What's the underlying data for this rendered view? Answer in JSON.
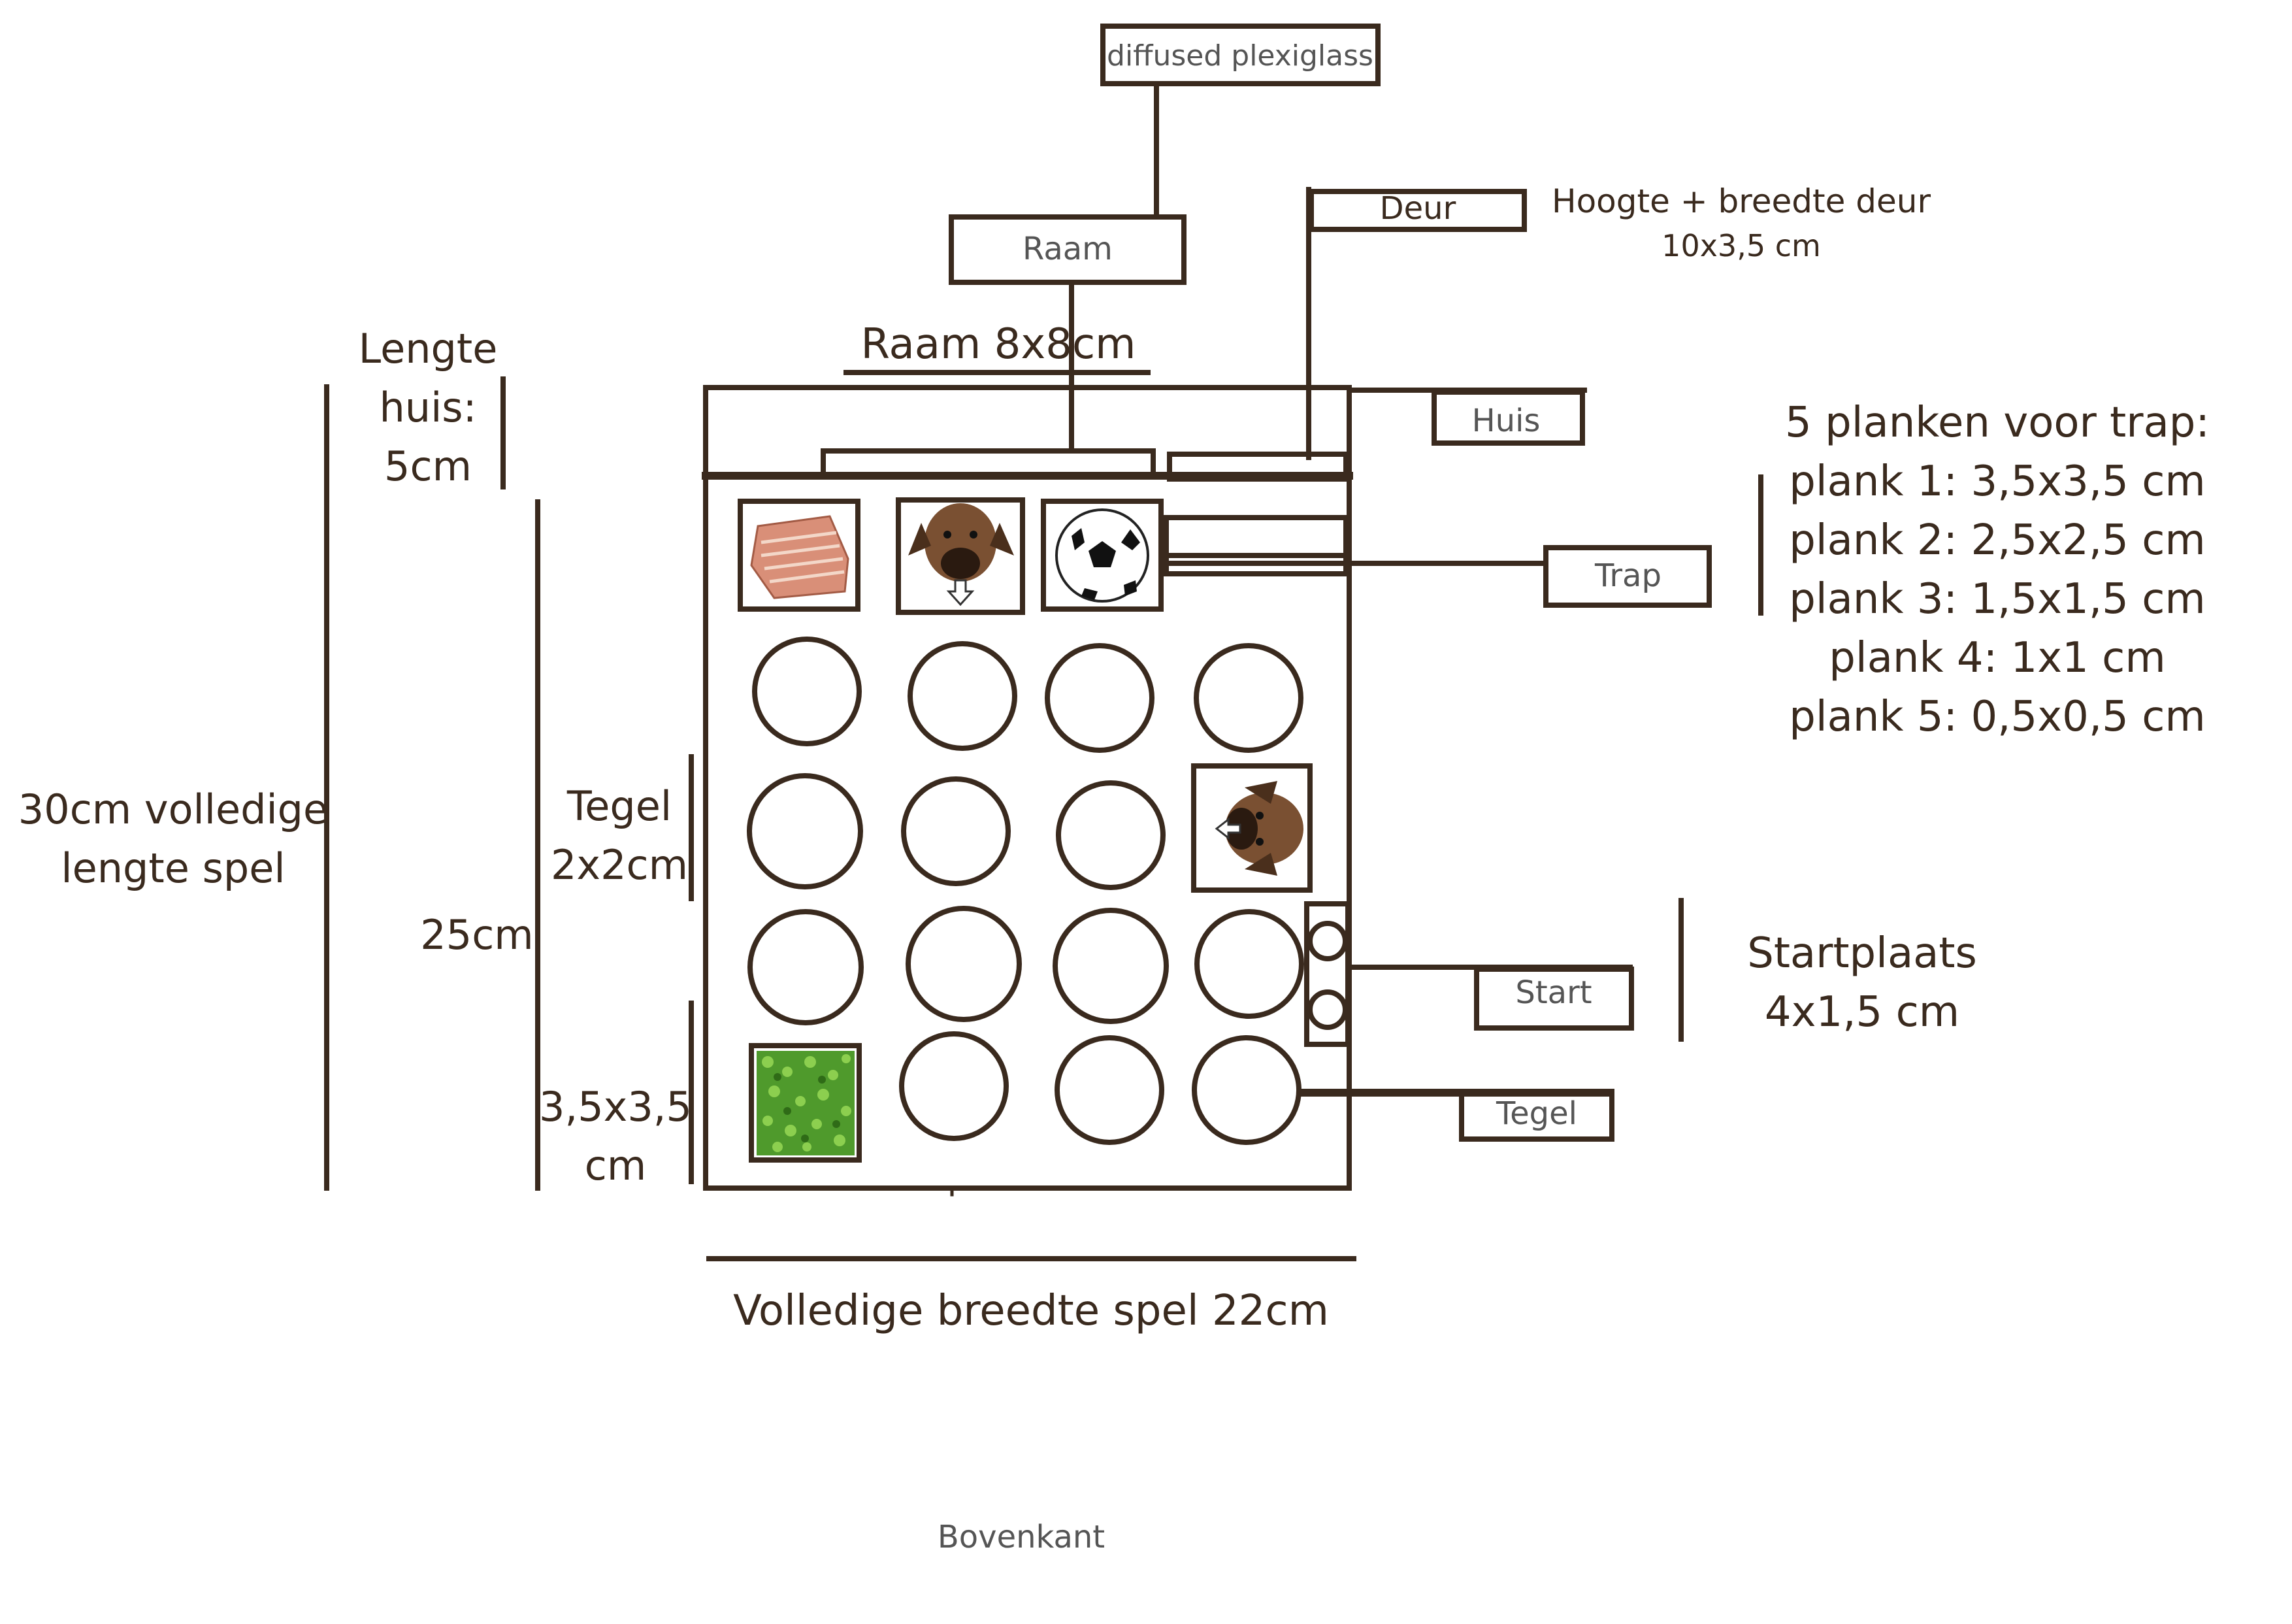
{
  "boxes": {
    "diffused": "diffused plexiglass",
    "raam": "Raam",
    "deur": "Deur",
    "huis": "Huis",
    "trap": "Trap",
    "start": "Start",
    "tegel": "Tegel"
  },
  "annotations": {
    "deur_size_line1": "Hoogte + breedte deur",
    "deur_size_line2": "10x3,5 cm",
    "raam_size": "Raam 8x8cm",
    "lengte_huis_1": "Lengte",
    "lengte_huis_2": "huis:",
    "lengte_huis_3": "5cm",
    "full_length_1": "30cm volledige",
    "full_length_2": "lengte spel",
    "board_length": "25cm",
    "tegel_1": "Tegel",
    "tegel_2": "2x2cm",
    "square_1": "3,5x3,5",
    "square_2": "cm",
    "full_width": "Volledige breedte spel 22cm",
    "trap_title": "5 planken voor trap:",
    "plank_1": "plank 1: 3,5x3,5 cm",
    "plank_2": "plank 2: 2,5x2,5 cm",
    "plank_3": "plank 3: 1,5x1,5 cm",
    "plank_4": "plank 4: 1x1 cm",
    "plank_5": "plank 5: 0,5x0,5 cm",
    "startplaats_1": "Startplaats",
    "startplaats_2": "4x1,5 cm",
    "caption": "Bovenkant"
  },
  "colors": {
    "line": "#3a2a1e",
    "box_text": "#555555",
    "blanket": "#d98f78",
    "grass": "#4f9a2c"
  },
  "icons": [
    "blanket-picture",
    "dog-face-down-picture",
    "soccer-ball-picture",
    "dog-face-left-picture",
    "grass-tile-picture"
  ]
}
